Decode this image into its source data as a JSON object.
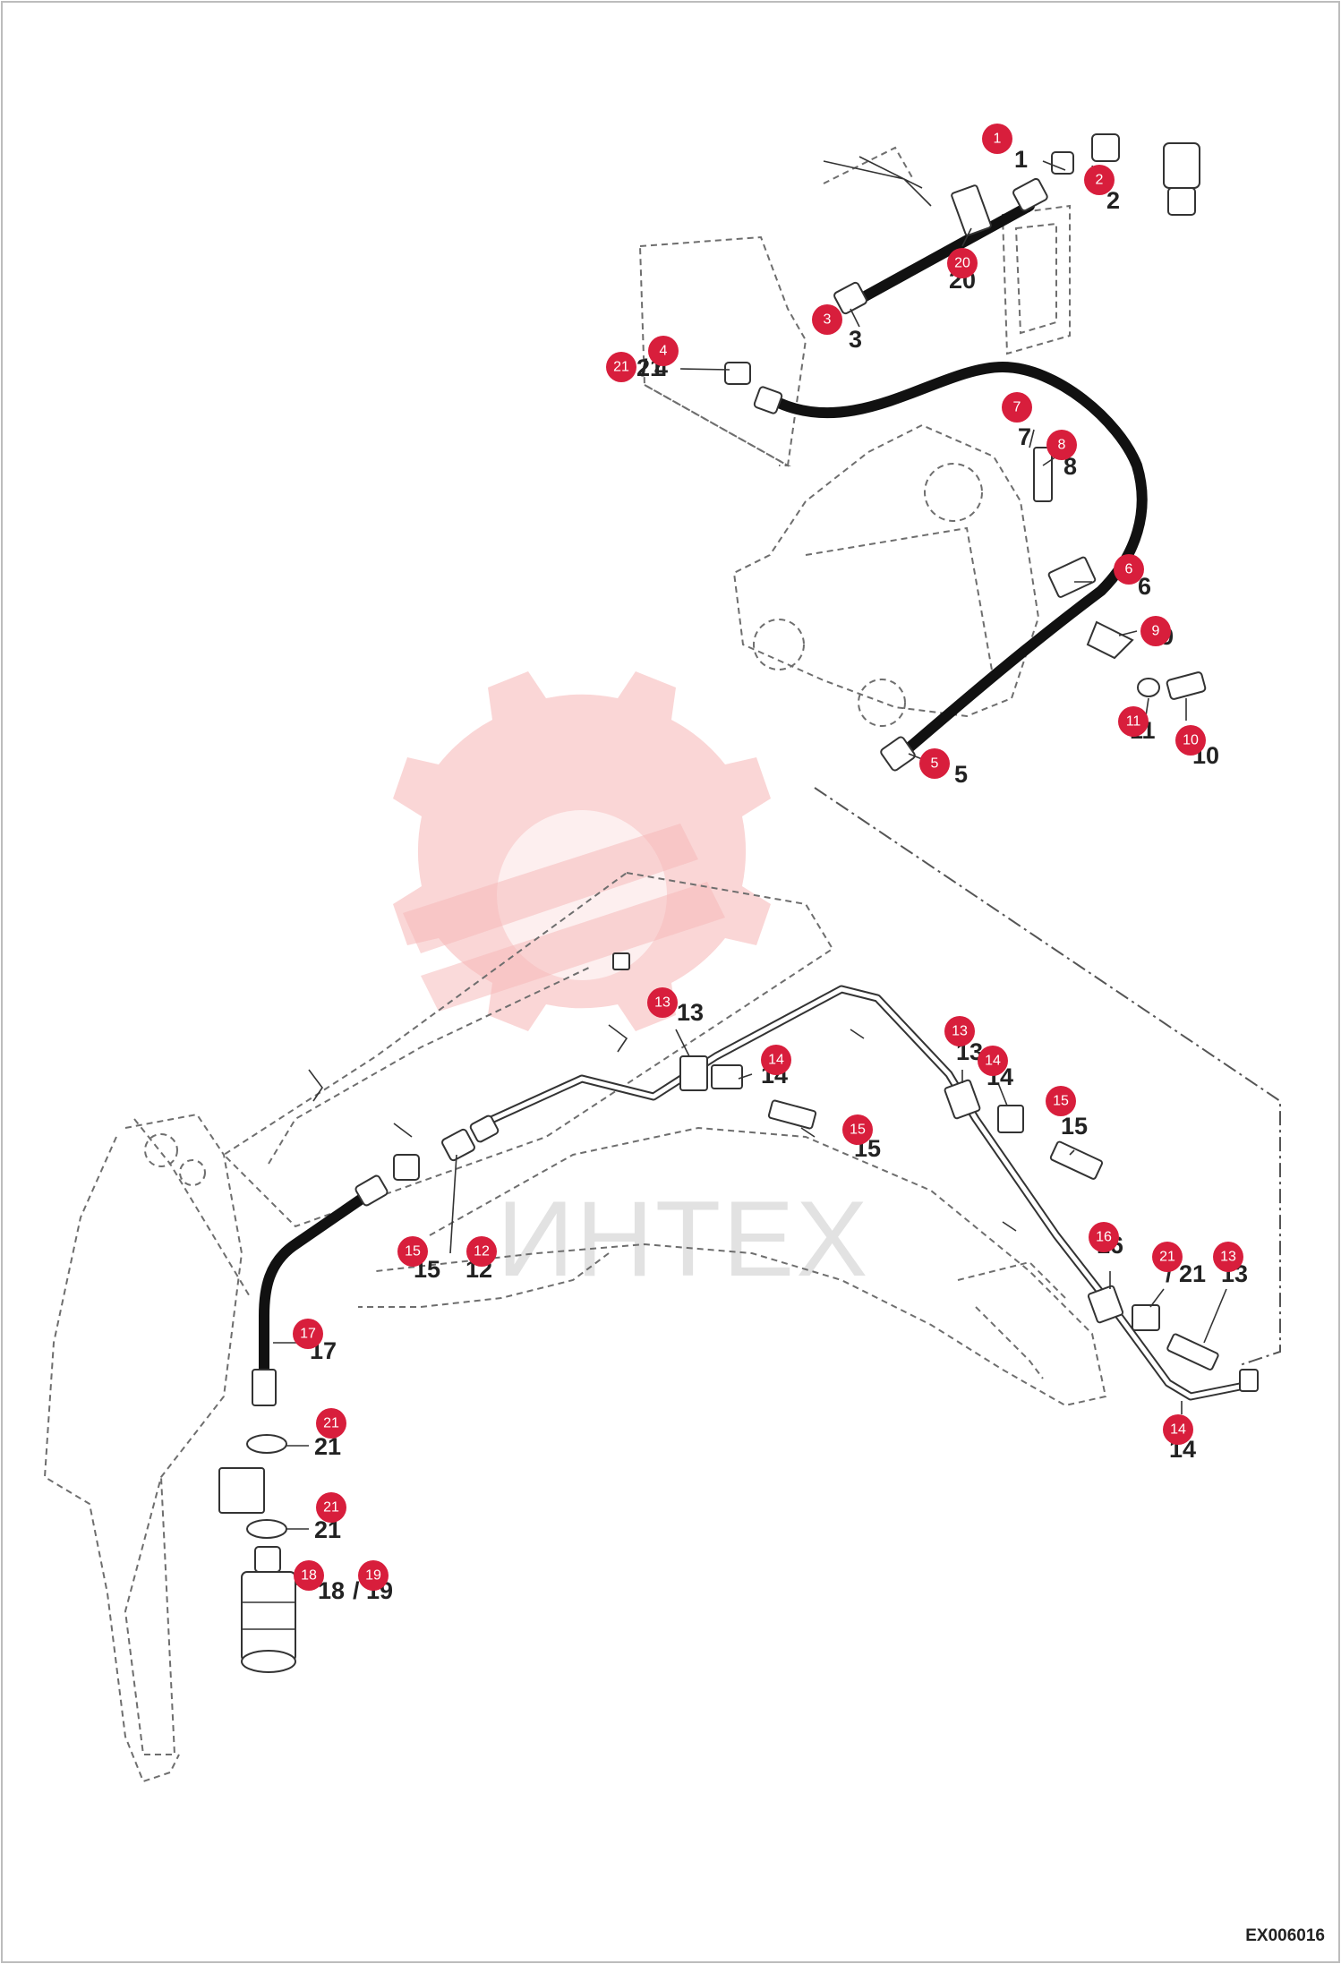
{
  "document_code": "EX006016",
  "watermark_text": "ИНТЕХ",
  "badge_color": "#d81e3c",
  "callouts": [
    {
      "badge": "1",
      "label": "1"
    },
    {
      "badge": "2",
      "label": "2"
    },
    {
      "badge": "20",
      "label": "20"
    },
    {
      "badge": "3",
      "label": "3"
    },
    {
      "badge": "21",
      "label": "21"
    },
    {
      "badge": "4",
      "label": "/ 4"
    },
    {
      "badge": "7",
      "label": "7"
    },
    {
      "badge": "8",
      "label": "8"
    },
    {
      "badge": "6",
      "label": "6"
    },
    {
      "badge": "9",
      "label": "9"
    },
    {
      "badge": "11",
      "label": "11"
    },
    {
      "badge": "10",
      "label": "10"
    },
    {
      "badge": "5",
      "label": "5"
    },
    {
      "badge": "13",
      "label": "13"
    },
    {
      "badge": "14",
      "label": "14"
    },
    {
      "badge": "15",
      "label": "15"
    },
    {
      "badge": "13",
      "label": "13"
    },
    {
      "badge": "14",
      "label": "14"
    },
    {
      "badge": "15",
      "label": "15"
    },
    {
      "badge": "16",
      "label": "16"
    },
    {
      "badge": "21",
      "label": "/ 21"
    },
    {
      "badge": "13",
      "label": "13"
    },
    {
      "badge": "14",
      "label": "14"
    },
    {
      "badge": "15",
      "label": "15"
    },
    {
      "badge": "12",
      "label": "12"
    },
    {
      "badge": "17",
      "label": "17"
    },
    {
      "badge": "21",
      "label": "21"
    },
    {
      "badge": "21",
      "label": "21"
    },
    {
      "badge": "18",
      "label": "18"
    },
    {
      "badge": "19",
      "label": "/ 19"
    }
  ]
}
